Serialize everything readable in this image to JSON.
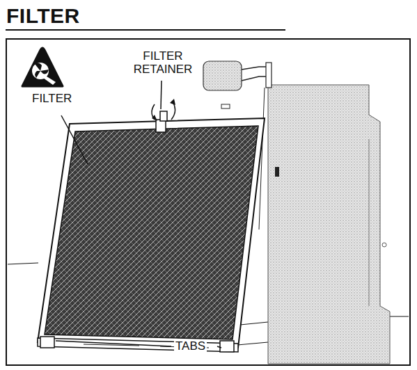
{
  "diagram": {
    "title": "FILTER",
    "labels": [
      "FILTER RETAINER",
      "FILTER",
      "TABS"
    ]
  }
}
